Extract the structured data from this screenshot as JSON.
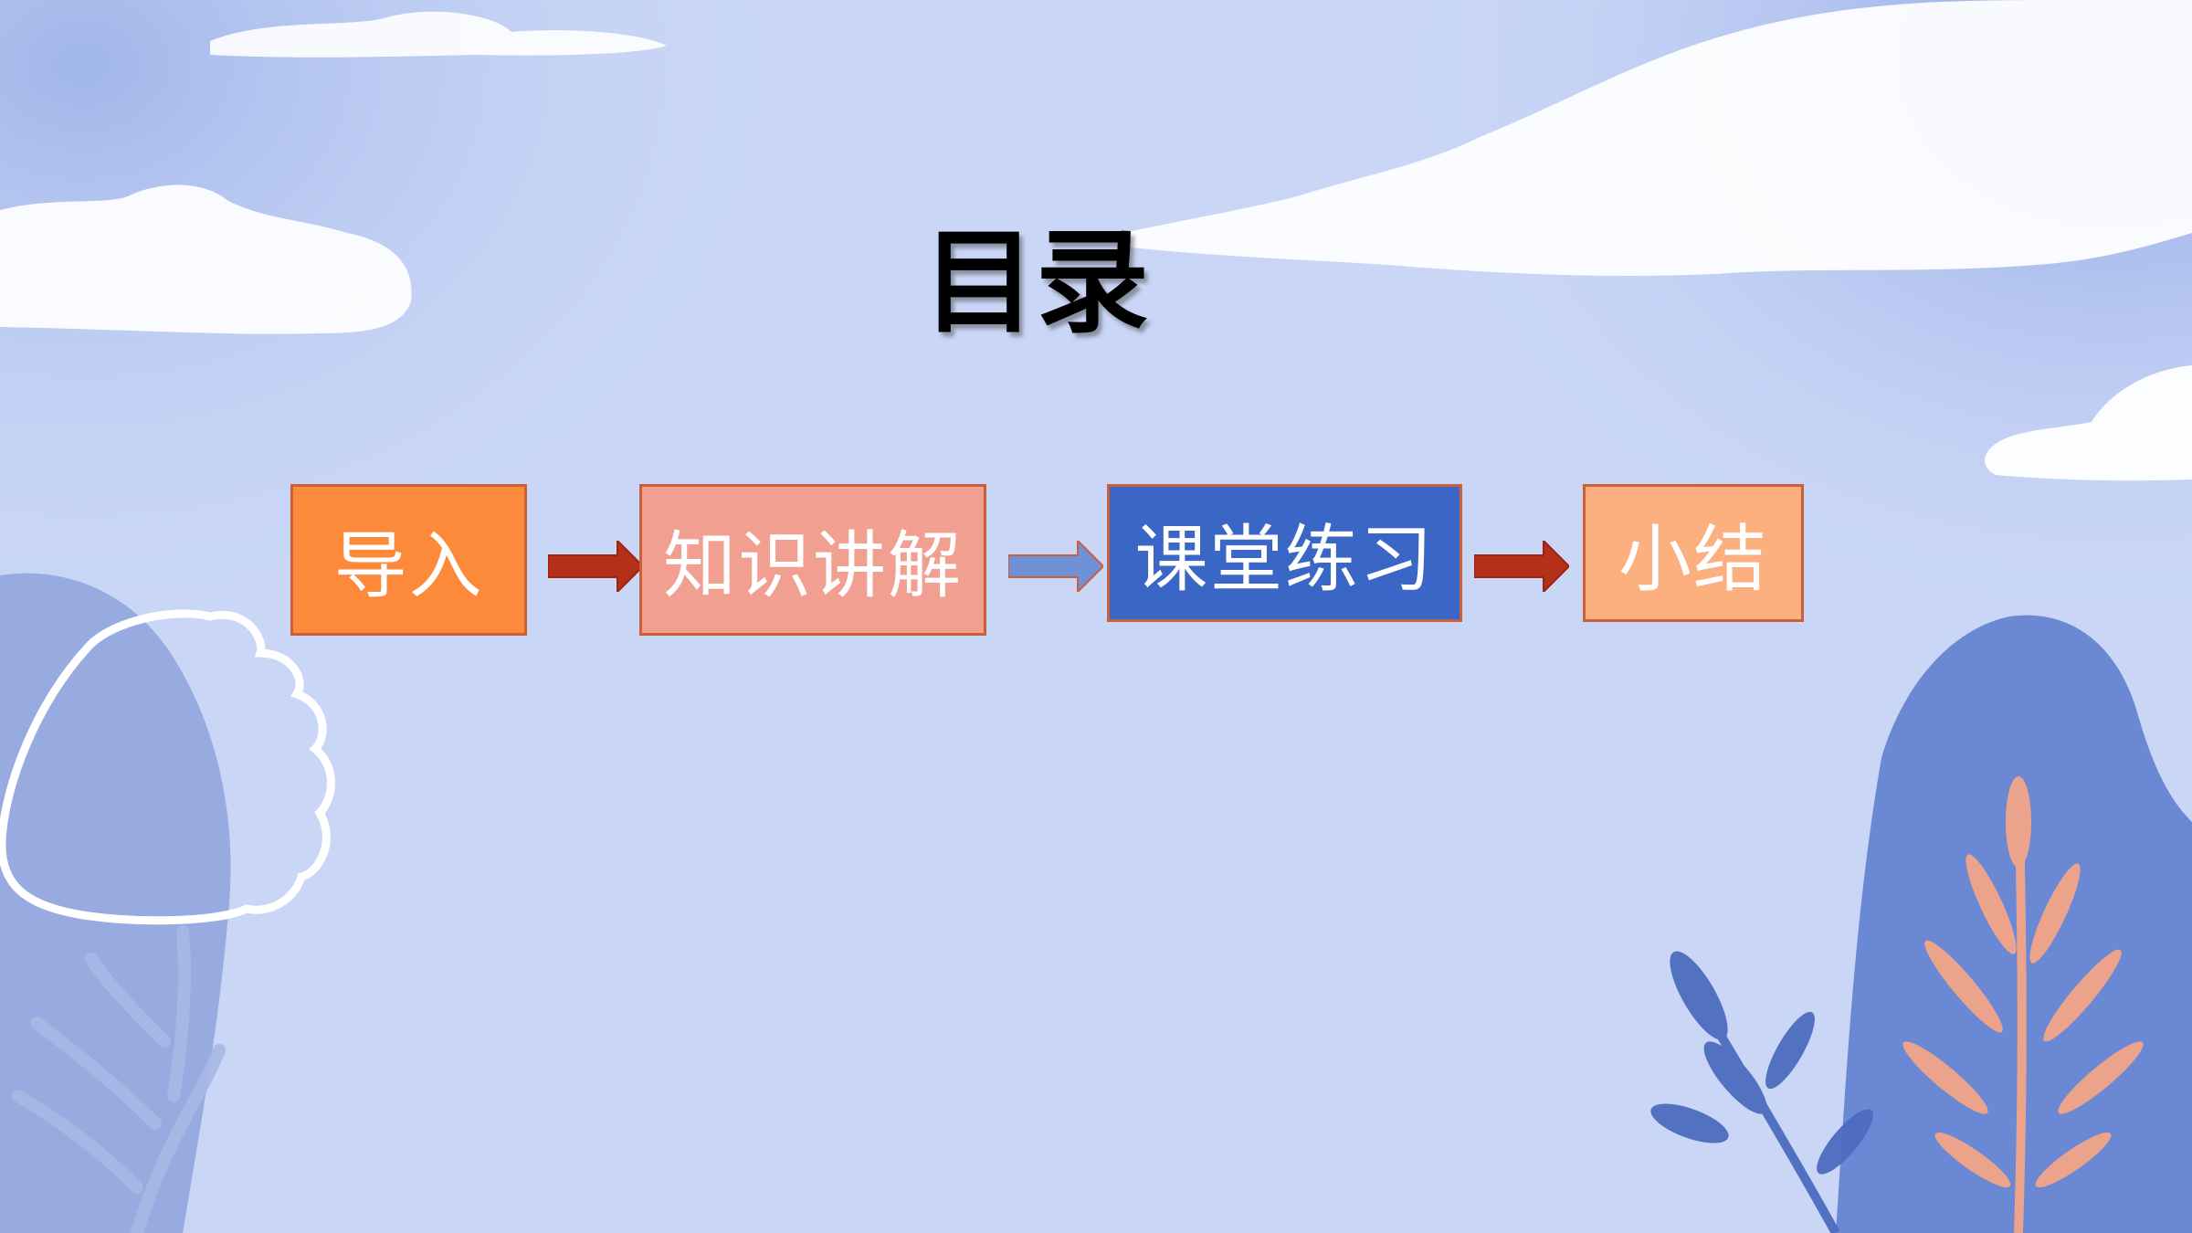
{
  "slide": {
    "title": "目录",
    "background_color": "#c9d6f6"
  },
  "flow": {
    "steps": [
      {
        "label": "导入",
        "color": "#fd8a3a"
      },
      {
        "label": "知识讲解",
        "color": "#f19f90"
      },
      {
        "label": "课堂练习",
        "color": "#3a66c6"
      },
      {
        "label": "小结",
        "color": "#fcb07f"
      }
    ],
    "arrows": [
      {
        "icon": "arrow-right-icon",
        "color": "#b5301a"
      },
      {
        "icon": "arrow-right-icon",
        "color": "#6f92d6"
      },
      {
        "icon": "arrow-right-icon",
        "color": "#b5301a"
      }
    ],
    "box_border_color": "#c9603a"
  }
}
